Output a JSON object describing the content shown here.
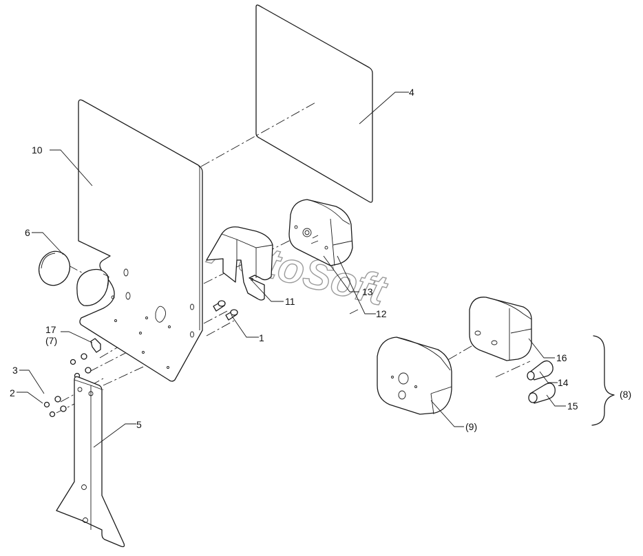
{
  "watermark": "AutoSoft",
  "callouts": [
    {
      "id": "c1",
      "text": "1"
    },
    {
      "id": "c2",
      "text": "2"
    },
    {
      "id": "c3",
      "text": "3"
    },
    {
      "id": "c4",
      "text": "4"
    },
    {
      "id": "c5",
      "text": "5"
    },
    {
      "id": "c6",
      "text": "6"
    },
    {
      "id": "c7",
      "text": "(7)"
    },
    {
      "id": "c8",
      "text": "(8)"
    },
    {
      "id": "c9",
      "text": "(9)"
    },
    {
      "id": "c10",
      "text": "10"
    },
    {
      "id": "c11",
      "text": "11"
    },
    {
      "id": "c12",
      "text": "12"
    },
    {
      "id": "c13",
      "text": "13"
    },
    {
      "id": "c14",
      "text": "14"
    },
    {
      "id": "c15",
      "text": "15"
    },
    {
      "id": "c16",
      "text": "16"
    },
    {
      "id": "c17",
      "text": "17"
    }
  ]
}
